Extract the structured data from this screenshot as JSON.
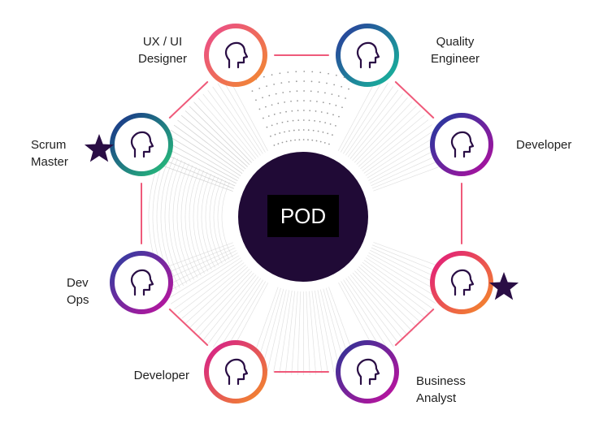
{
  "center": {
    "label": "POD",
    "fill": "#200a36",
    "label_bg": "#000000"
  },
  "nodes": [
    {
      "id": "ux-ui-designer",
      "lines": [
        "UX / UI",
        "Designer"
      ],
      "star": false,
      "gradient": [
        "#ea4a8c",
        "#f28a2e"
      ]
    },
    {
      "id": "quality-engineer",
      "lines": [
        "Quality",
        "Engineer"
      ],
      "star": false,
      "gradient": [
        "#2a3a9b",
        "#17b99b"
      ]
    },
    {
      "id": "developer-right",
      "lines": [
        "Developer"
      ],
      "star": false,
      "gradient": [
        "#1e3a9e",
        "#b20f9e"
      ]
    },
    {
      "id": "business-analyst-star",
      "lines": [],
      "star": true,
      "gradient": [
        "#e0197d",
        "#f48b28"
      ]
    },
    {
      "id": "business-analyst",
      "lines": [
        "Business",
        "Analyst"
      ],
      "star": false,
      "gradient": [
        "#2b3495",
        "#c4119f"
      ]
    },
    {
      "id": "developer-left",
      "lines": [
        "Developer"
      ],
      "star": false,
      "gradient": [
        "#d41c8c",
        "#f48b28"
      ]
    },
    {
      "id": "dev-ops",
      "lines": [
        "Dev",
        "Ops"
      ],
      "star": false,
      "gradient": [
        "#2b3fa0",
        "#c0139e"
      ]
    },
    {
      "id": "scrum-master",
      "lines": [
        "Scrum",
        "Master"
      ],
      "star": true,
      "gradient": [
        "#1a2f8a",
        "#27c27a"
      ]
    }
  ],
  "colors": {
    "connector": "#ef5a7a",
    "star": "#2a0e45",
    "icon": "#2a0e45",
    "texture": "#c9c9c9"
  },
  "icon_names": [
    "user-head-icon",
    "star-icon"
  ]
}
